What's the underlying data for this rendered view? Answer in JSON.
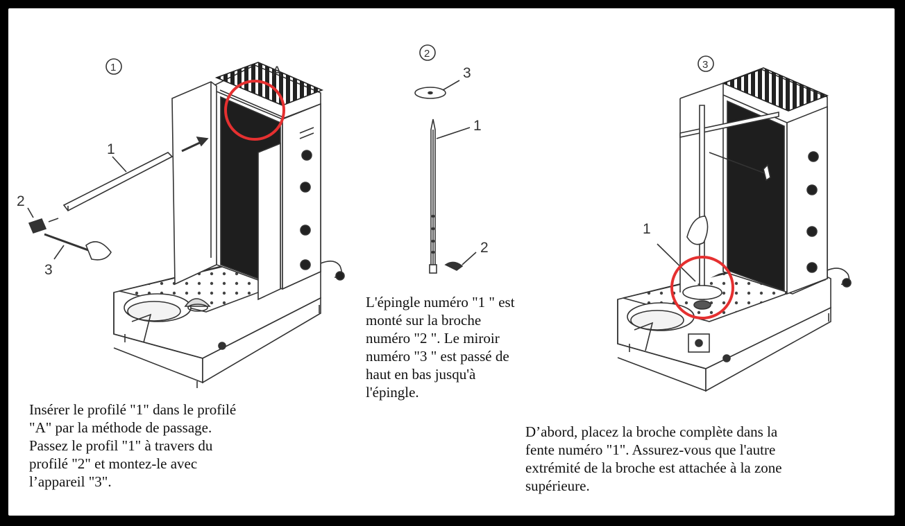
{
  "steps": [
    {
      "number": "1",
      "callouts": {
        "part_1": "1",
        "part_2": "2",
        "part_3": "3",
        "part_A": "A"
      },
      "caption_lines": [
        "Insérer le profilé \"1\" dans le profilé",
        "\"A\" par la méthode de passage.",
        "Passez le profil \"1\" à travers du",
        "profilé \"2\" et montez-le avec",
        "l’appareil \"3\"."
      ]
    },
    {
      "number": "2",
      "callouts": {
        "part_3": "3",
        "part_1": "1",
        "part_2": "2"
      },
      "caption_lines": [
        "L'épingle numéro \"1 \" est",
        "monté sur la broche",
        "numéro \"2 \". Le miroir",
        "numéro \"3 \" est passé de",
        "haut en bas jusqu'à",
        "l'épingle."
      ]
    },
    {
      "number": "3",
      "callouts": {
        "part_1": "1"
      },
      "caption_lines": [
        "D’abord, placez la broche complète dans la",
        "fente numéro \"1\". Assurez-vous que l'autre",
        "extrémité de la broche est attachée à la zone",
        "supérieure."
      ]
    }
  ],
  "colors": {
    "frame": "#000000",
    "background": "#ffffff",
    "line_art": "#333333",
    "highlight": "#e53030"
  }
}
